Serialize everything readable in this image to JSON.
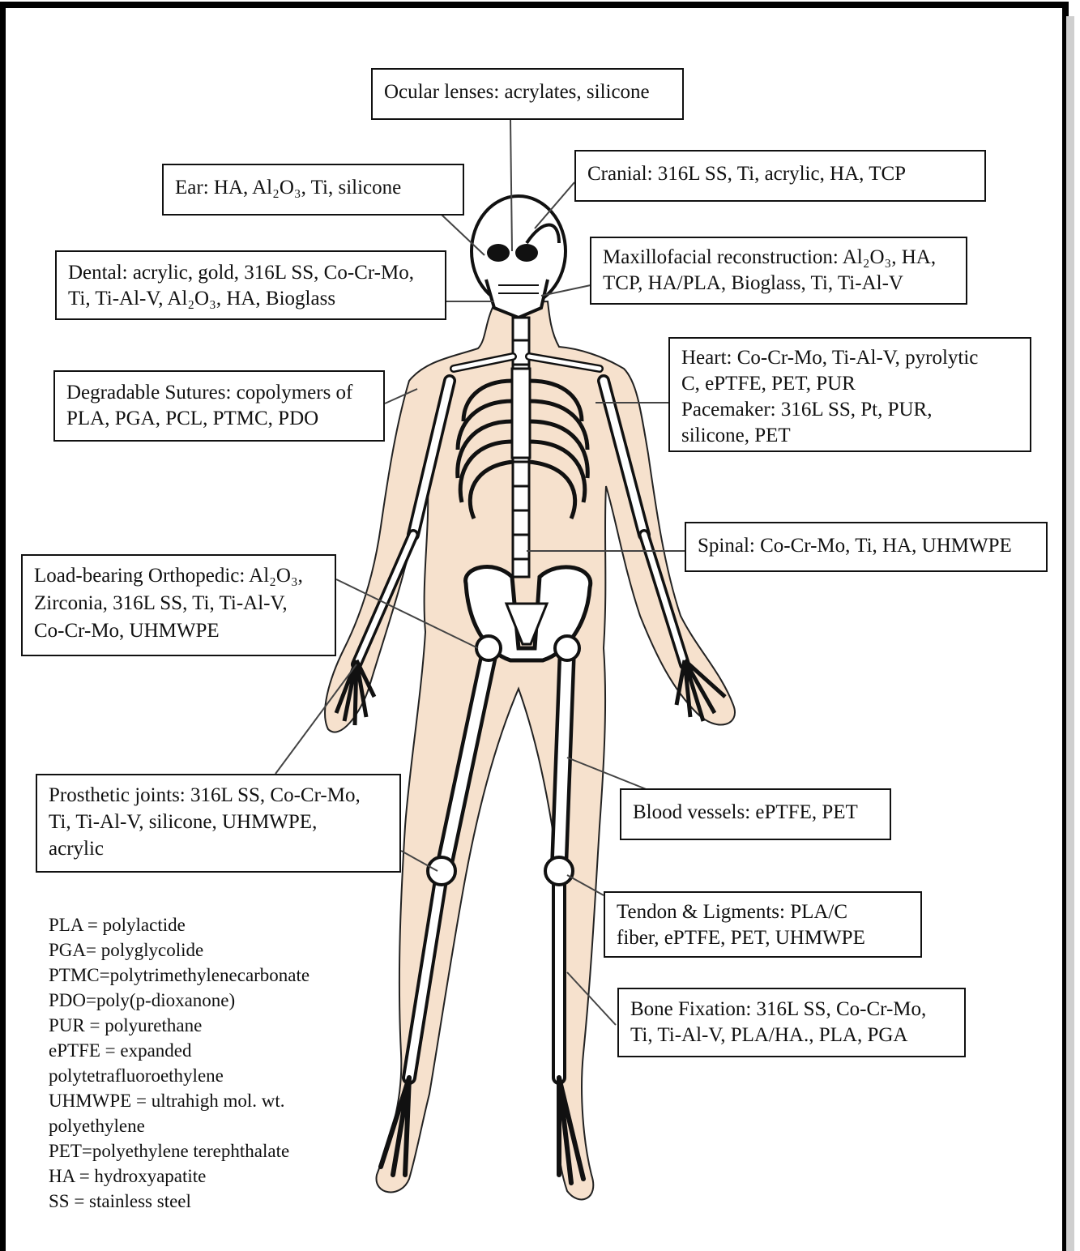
{
  "labels": {
    "ocular": [
      "Ocular lenses: acrylates, silicone"
    ],
    "ear": [
      "Ear: HA, Al₂O₃, Ti, silicone"
    ],
    "cranial": [
      "Cranial: 316L SS, Ti, acrylic, HA, TCP"
    ],
    "dental": [
      "Dental: acrylic, gold, 316L SS, Co-Cr-Mo,",
      "Ti, Ti-Al-V, Al₂O₃, HA, Bioglass"
    ],
    "maxillofacial": [
      "Maxillofacial reconstruction: Al₂O₃, HA,",
      "TCP, HA/PLA, Bioglass, Ti, Ti-Al-V"
    ],
    "heart": [
      "Heart: Co-Cr-Mo, Ti-Al-V, pyrolytic",
      "C, ePTFE, PET, PUR",
      "Pacemaker: 316L SS, Pt, PUR,",
      "silicone, PET"
    ],
    "sutures": [
      "Degradable Sutures: copolymers of",
      "PLA, PGA, PCL, PTMC, PDO"
    ],
    "spinal": [
      "Spinal: Co-Cr-Mo, Ti, HA, UHMWPE"
    ],
    "orthopedic": [
      "Load-bearing Orthopedic: Al₂O₃,",
      "Zirconia, 316L SS, Ti, Ti-Al-V,",
      "Co-Cr-Mo, UHMWPE"
    ],
    "prosthetic": [
      "Prosthetic joints: 316L SS, Co-Cr-Mo,",
      "Ti, Ti-Al-V, silicone, UHMWPE,",
      "acrylic"
    ],
    "blood": [
      "Blood vessels: ePTFE, PET"
    ],
    "tendon": [
      "Tendon & Ligments: PLA/C",
      "fiber, ePTFE, PET, UHMWPE"
    ],
    "bone": [
      "Bone Fixation: 316L SS, Co-Cr-Mo,",
      "Ti, Ti-Al-V, PLA/HA., PLA, PGA"
    ]
  },
  "legend": [
    "PLA = polylactide",
    "PGA= polyglycolide",
    "PTMC=polytrimethylenecarbonate",
    "PDO=poly(p-dioxanone)",
    "PUR = polyurethane",
    "ePTFE = expanded",
    "polytetrafluoroethylene",
    "UHMWPE = ultrahigh mol. wt.",
    "polyethylene",
    "PET=polyethylene terephthalate",
    "HA = hydroxyapatite",
    "SS = stainless steel"
  ],
  "colors": {
    "skin": "#f6e1cd",
    "bone": "#ffffff",
    "outline": "#111111"
  },
  "icons": {
    "figure": "human-skeleton-figure"
  }
}
